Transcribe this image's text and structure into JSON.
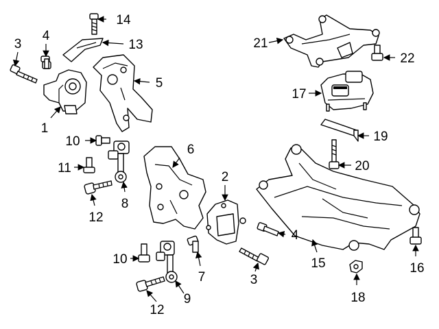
{
  "diagram": {
    "callouts": [
      {
        "id": "c1",
        "label": "1"
      },
      {
        "id": "c2",
        "label": "2"
      },
      {
        "id": "c3a",
        "label": "3"
      },
      {
        "id": "c3b",
        "label": "3"
      },
      {
        "id": "c4a",
        "label": "4"
      },
      {
        "id": "c4b",
        "label": "4"
      },
      {
        "id": "c5",
        "label": "5"
      },
      {
        "id": "c6",
        "label": "6"
      },
      {
        "id": "c7",
        "label": "7"
      },
      {
        "id": "c8",
        "label": "8"
      },
      {
        "id": "c9",
        "label": "9"
      },
      {
        "id": "c10a",
        "label": "10"
      },
      {
        "id": "c10b",
        "label": "10"
      },
      {
        "id": "c11",
        "label": "11"
      },
      {
        "id": "c12a",
        "label": "12"
      },
      {
        "id": "c12b",
        "label": "12"
      },
      {
        "id": "c13",
        "label": "13"
      },
      {
        "id": "c14",
        "label": "14"
      },
      {
        "id": "c15",
        "label": "15"
      },
      {
        "id": "c16",
        "label": "16"
      },
      {
        "id": "c17",
        "label": "17"
      },
      {
        "id": "c18",
        "label": "18"
      },
      {
        "id": "c19",
        "label": "19"
      },
      {
        "id": "c20",
        "label": "20"
      },
      {
        "id": "c21",
        "label": "21"
      },
      {
        "id": "c22",
        "label": "22"
      }
    ]
  }
}
